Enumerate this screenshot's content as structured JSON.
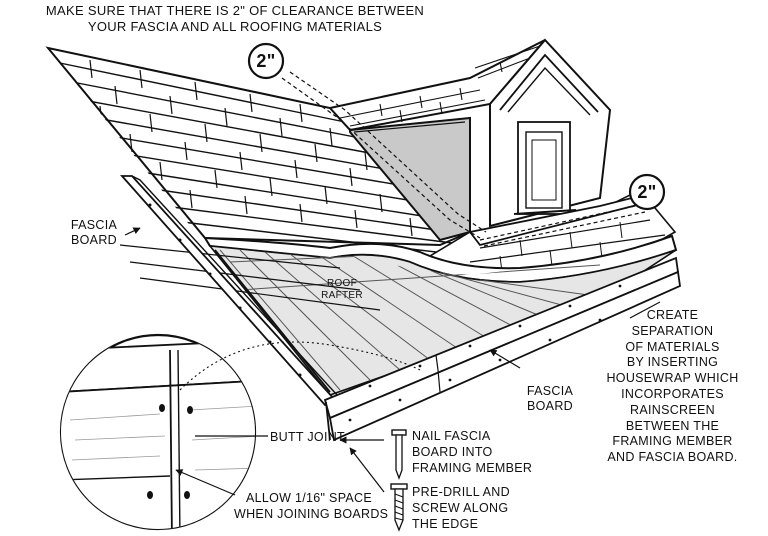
{
  "top_note": {
    "line1": "MAKE SURE THAT THERE IS 2\" OF CLEARANCE BETWEEN",
    "line2": "YOUR FASCIA AND ALL ROOFING MATERIALS"
  },
  "callouts": {
    "clearance_upper": "2\"",
    "clearance_lower": "2\""
  },
  "labels": {
    "fascia_left": [
      "FASCIA",
      "BOARD"
    ],
    "roof_rafter": [
      "ROOF",
      "RAFTER"
    ],
    "fascia_right": [
      "FASCIA",
      "BOARD"
    ],
    "create_separation": [
      "CREATE",
      "SEPARATION",
      "OF MATERIALS",
      "BY INSERTING",
      "HOUSEWRAP WHICH",
      "INCORPORATES",
      "RAINSCREEN",
      "BETWEEN THE",
      "FRAMING MEMBER",
      "AND FASCIA BOARD."
    ],
    "nail_fascia": [
      "NAIL FASCIA",
      "BOARD INTO",
      "FRAMING MEMBER"
    ],
    "pre_drill": [
      "PRE-DRILL AND",
      "SCREW ALONG",
      "THE EDGE"
    ],
    "butt_joint": "BUTT JOINT",
    "allow_space": [
      "ALLOW 1/16\" SPACE",
      "WHEN JOINING BOARDS"
    ]
  },
  "colors": {
    "ink": "#111111",
    "paper": "#ffffff",
    "dormer_wall": "#c9c9c9",
    "rafter_shade": "#e6e6e6"
  }
}
